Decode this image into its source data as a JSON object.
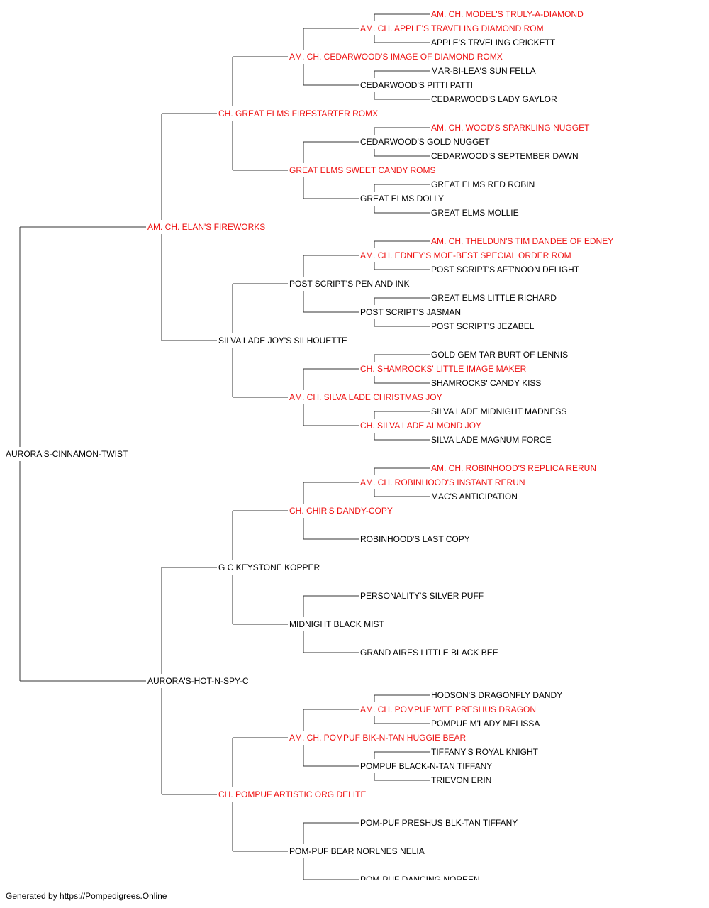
{
  "colors": {
    "champion": "#ee1111",
    "normal": "#000000",
    "line": "#333333"
  },
  "footer": "Generated by https://Pompedigrees.Online",
  "pedigree": {
    "name": "AURORA'S-CINNAMON-TWIST",
    "champion": false,
    "sire": {
      "name": "AM. CH. ELAN'S FIREWORKS",
      "champion": true,
      "sire": {
        "name": "CH. GREAT ELMS FIRESTARTER ROMX",
        "champion": true,
        "sire": {
          "name": "AM. CH. CEDARWOOD'S IMAGE OF DIAMOND ROMX",
          "champion": true,
          "sire": {
            "name": "AM. CH. APPLE'S TRAVELING DIAMOND ROM",
            "champion": true,
            "sire": {
              "name": "AM. CH. MODEL'S TRULY-A-DIAMOND",
              "champion": true
            },
            "dam": {
              "name": "APPLE'S TRVELING CRICKETT",
              "champion": false
            }
          },
          "dam": {
            "name": "CEDARWOOD'S PITTI PATTI",
            "champion": false,
            "sire": {
              "name": "MAR-BI-LEA'S SUN FELLA",
              "champion": false
            },
            "dam": {
              "name": "CEDARWOOD'S LADY GAYLOR",
              "champion": false
            }
          }
        },
        "dam": {
          "name": "GREAT ELMS SWEET CANDY ROMS",
          "champion": true,
          "sire": {
            "name": "CEDARWOOD'S GOLD NUGGET",
            "champion": false,
            "sire": {
              "name": "AM. CH. WOOD'S SPARKLING NUGGET",
              "champion": true
            },
            "dam": {
              "name": "CEDARWOOD'S SEPTEMBER DAWN",
              "champion": false
            }
          },
          "dam": {
            "name": "GREAT ELMS DOLLY",
            "champion": false,
            "sire": {
              "name": "GREAT ELMS RED ROBIN",
              "champion": false
            },
            "dam": {
              "name": "GREAT ELMS MOLLIE",
              "champion": false
            }
          }
        }
      },
      "dam": {
        "name": "SILVA LADE JOY'S SILHOUETTE",
        "champion": false,
        "sire": {
          "name": "POST SCRIPT'S PEN AND INK",
          "champion": false,
          "sire": {
            "name": "AM. CH. EDNEY'S MOE-BEST SPECIAL ORDER ROM",
            "champion": true,
            "sire": {
              "name": "AM. CH. THELDUN'S TIM DANDEE OF EDNEY",
              "champion": true
            },
            "dam": {
              "name": "POST SCRIPT'S AFT'NOON DELIGHT",
              "champion": false
            }
          },
          "dam": {
            "name": "POST SCRIPT'S JASMAN",
            "champion": false,
            "sire": {
              "name": "GREAT ELMS LITTLE RICHARD",
              "champion": false
            },
            "dam": {
              "name": "POST SCRIPT'S JEZABEL",
              "champion": false
            }
          }
        },
        "dam": {
          "name": "AM. CH. SILVA LADE CHRISTMAS JOY",
          "champion": true,
          "sire": {
            "name": "CH. SHAMROCKS' LITTLE IMAGE MAKER",
            "champion": true,
            "sire": {
              "name": "GOLD GEM TAR BURT OF LENNIS",
              "champion": false
            },
            "dam": {
              "name": "SHAMROCKS' CANDY KISS",
              "champion": false
            }
          },
          "dam": {
            "name": "CH. SILVA LADE ALMOND JOY",
            "champion": true,
            "sire": {
              "name": "SILVA LADE MIDNIGHT MADNESS",
              "champion": false
            },
            "dam": {
              "name": "SILVA LADE MAGNUM FORCE",
              "champion": false
            }
          }
        }
      }
    },
    "dam": {
      "name": "AURORA'S-HOT-N-SPY-C",
      "champion": false,
      "sire": {
        "name": "G C KEYSTONE KOPPER",
        "champion": false,
        "sire": {
          "name": "CH. CHIR'S DANDY-COPY",
          "champion": true,
          "sire": {
            "name": "AM. CH. ROBINHOOD'S INSTANT RERUN",
            "champion": true,
            "sire": {
              "name": "AM. CH. ROBINHOOD'S REPLICA RERUN",
              "champion": true
            },
            "dam": {
              "name": "MAC'S ANTICIPATION",
              "champion": false
            }
          },
          "dam": {
            "name": "ROBINHOOD'S LAST COPY",
            "champion": false
          }
        },
        "dam": {
          "name": "MIDNIGHT BLACK MIST",
          "champion": false,
          "sire": {
            "name": "PERSONALITY'S SILVER PUFF",
            "champion": false
          },
          "dam": {
            "name": "GRAND AIRES LITTLE BLACK BEE",
            "champion": false
          }
        }
      },
      "dam": {
        "name": "CH. POMPUF ARTISTIC ORG DELITE",
        "champion": true,
        "sire": {
          "name": "AM. CH. POMPUF BIK-N-TAN HUGGIE BEAR",
          "champion": true,
          "sire": {
            "name": "AM. CH. POMPUF WEE PRESHUS DRAGON",
            "champion": true,
            "sire": {
              "name": "HODSON'S DRAGONFLY DANDY",
              "champion": false
            },
            "dam": {
              "name": "POMPUF M'LADY MELISSA",
              "champion": false
            }
          },
          "dam": {
            "name": "POMPUF BLACK-N-TAN TIFFANY",
            "champion": false,
            "sire": {
              "name": "TIFFANY'S ROYAL KNIGHT",
              "champion": false
            },
            "dam": {
              "name": "TRIEVON ERIN",
              "champion": false
            }
          }
        },
        "dam": {
          "name": "POM-PUF BEAR NORLNES NELIA",
          "champion": false,
          "sire": {
            "name": "POM-PUF PRESHUS BLK-TAN TIFFANY",
            "champion": false
          },
          "dam": {
            "name": "POM-PUF DANCING NOREEN",
            "champion": false
          }
        }
      }
    }
  }
}
